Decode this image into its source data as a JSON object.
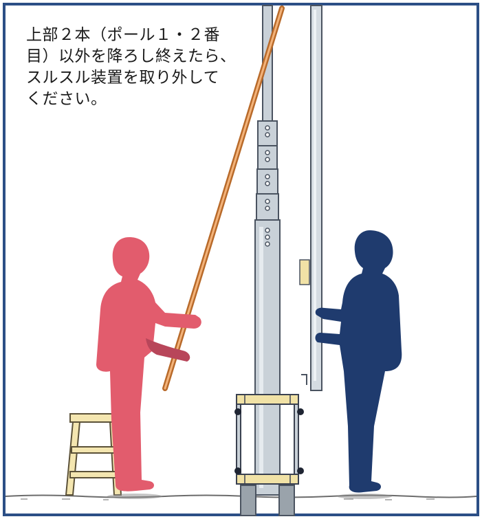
{
  "caption": {
    "lines": [
      "上部２本（ポール１・２番",
      "目）以外を降ろし終えたら、",
      "スルスル装置を取り外して",
      "ください。"
    ]
  },
  "colors": {
    "frame_border": "#2c4f86",
    "pole": "#c9d1d8",
    "pole_stroke": "#4a5360",
    "helper_figure": "#e25c6d",
    "helper_arm": "#b8465a",
    "worker_figure": "#1f3b6e",
    "rope_outer": "#b86a2a",
    "rope_inner": "#f3b37a",
    "device_plate": "#f1e2a6",
    "stool": "#f4e6b0",
    "ground": "#6b6b6b"
  },
  "icons": [
    "helper-person-figure",
    "worker-person-figure",
    "stepladder",
    "telescopic-pole",
    "sliding-device",
    "rope"
  ]
}
